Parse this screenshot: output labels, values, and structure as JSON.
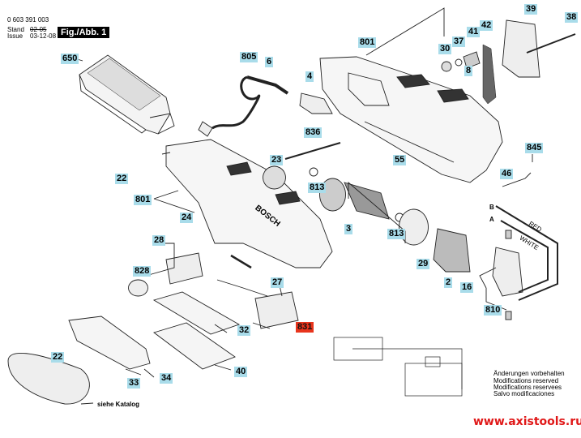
{
  "header": {
    "part_number": "0 603 391 003",
    "stand_label": "Stand",
    "issue_label": "Issue",
    "stand_value": "02-05",
    "issue_value": "03-12-08",
    "figure_label": "Fig./Abb. 1"
  },
  "labels": [
    {
      "id": "650",
      "text": "650"
    },
    {
      "id": "805",
      "text": "805"
    },
    {
      "id": "6",
      "text": "6"
    },
    {
      "id": "4",
      "text": "4"
    },
    {
      "id": "801a",
      "text": "801"
    },
    {
      "id": "30",
      "text": "30"
    },
    {
      "id": "37",
      "text": "37"
    },
    {
      "id": "41",
      "text": "41"
    },
    {
      "id": "42",
      "text": "42"
    },
    {
      "id": "39",
      "text": "39"
    },
    {
      "id": "38",
      "text": "38"
    },
    {
      "id": "8",
      "text": "8"
    },
    {
      "id": "836",
      "text": "836"
    },
    {
      "id": "23",
      "text": "23"
    },
    {
      "id": "22a",
      "text": "22"
    },
    {
      "id": "801b",
      "text": "801"
    },
    {
      "id": "24",
      "text": "24"
    },
    {
      "id": "813a",
      "text": "813"
    },
    {
      "id": "55",
      "text": "55"
    },
    {
      "id": "845",
      "text": "845"
    },
    {
      "id": "46",
      "text": "46"
    },
    {
      "id": "3",
      "text": "3"
    },
    {
      "id": "813b",
      "text": "813"
    },
    {
      "id": "29",
      "text": "29"
    },
    {
      "id": "2",
      "text": "2"
    },
    {
      "id": "16",
      "text": "16"
    },
    {
      "id": "810",
      "text": "810"
    },
    {
      "id": "28",
      "text": "28"
    },
    {
      "id": "828",
      "text": "828"
    },
    {
      "id": "27",
      "text": "27"
    },
    {
      "id": "831",
      "text": "831",
      "highlight": true
    },
    {
      "id": "32",
      "text": "32"
    },
    {
      "id": "40",
      "text": "40"
    },
    {
      "id": "22b",
      "text": "22"
    },
    {
      "id": "33",
      "text": "33"
    },
    {
      "id": "34",
      "text": "34"
    }
  ],
  "callouts": {
    "connector_a": "A",
    "connector_b": "B",
    "wire_red": "RED",
    "wire_white": "WHITE",
    "brand": "BOSCH",
    "belt_note": "siehe Katalog"
  },
  "notes": [
    "Änderungen vorbehalten",
    "Modifications reserved",
    "Modifications reservees",
    "Salvo modificaciones"
  ],
  "watermark": "www.axistools.ru",
  "colors": {
    "label_bg": "#a9dcea",
    "highlight_bg": "#e8341c",
    "watermark": "#e01818"
  }
}
